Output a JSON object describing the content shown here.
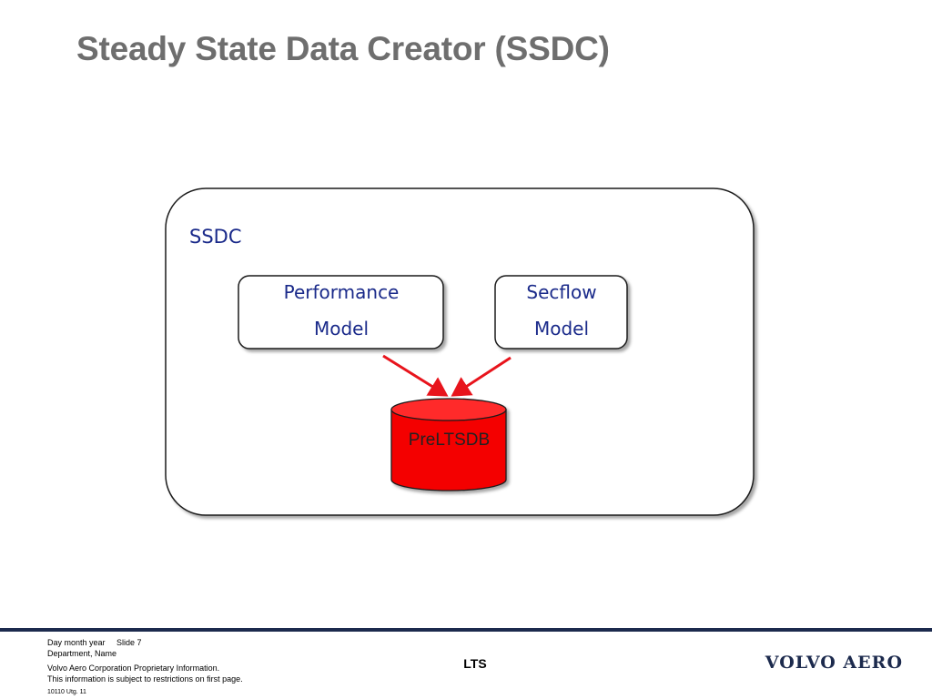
{
  "slide": {
    "title": "Steady State Data Creator (SSDC)"
  },
  "diagram": {
    "container_label": "SSDC",
    "performance_model": {
      "line1": "Performance",
      "line2": "Model"
    },
    "secflow_model": {
      "line1": "Secflow",
      "line2": "Model"
    },
    "database_label": "PreLTSDB",
    "colors": {
      "database_fill": "#f40000",
      "arrow": "#e8141c",
      "label_text": "#1a2a8a"
    }
  },
  "footer": {
    "date": "Day month year",
    "slide_number": "Slide 7",
    "department": "Department, Name",
    "proprietary_line1": "Volvo Aero Corporation Proprietary Information.",
    "proprietary_line2": "This information is subject to restrictions on first page.",
    "form_code": "10110 Utg. 11",
    "center_text": "LTS",
    "brand": "VOLVO AERO",
    "brand_color": "#1c2a4d"
  }
}
